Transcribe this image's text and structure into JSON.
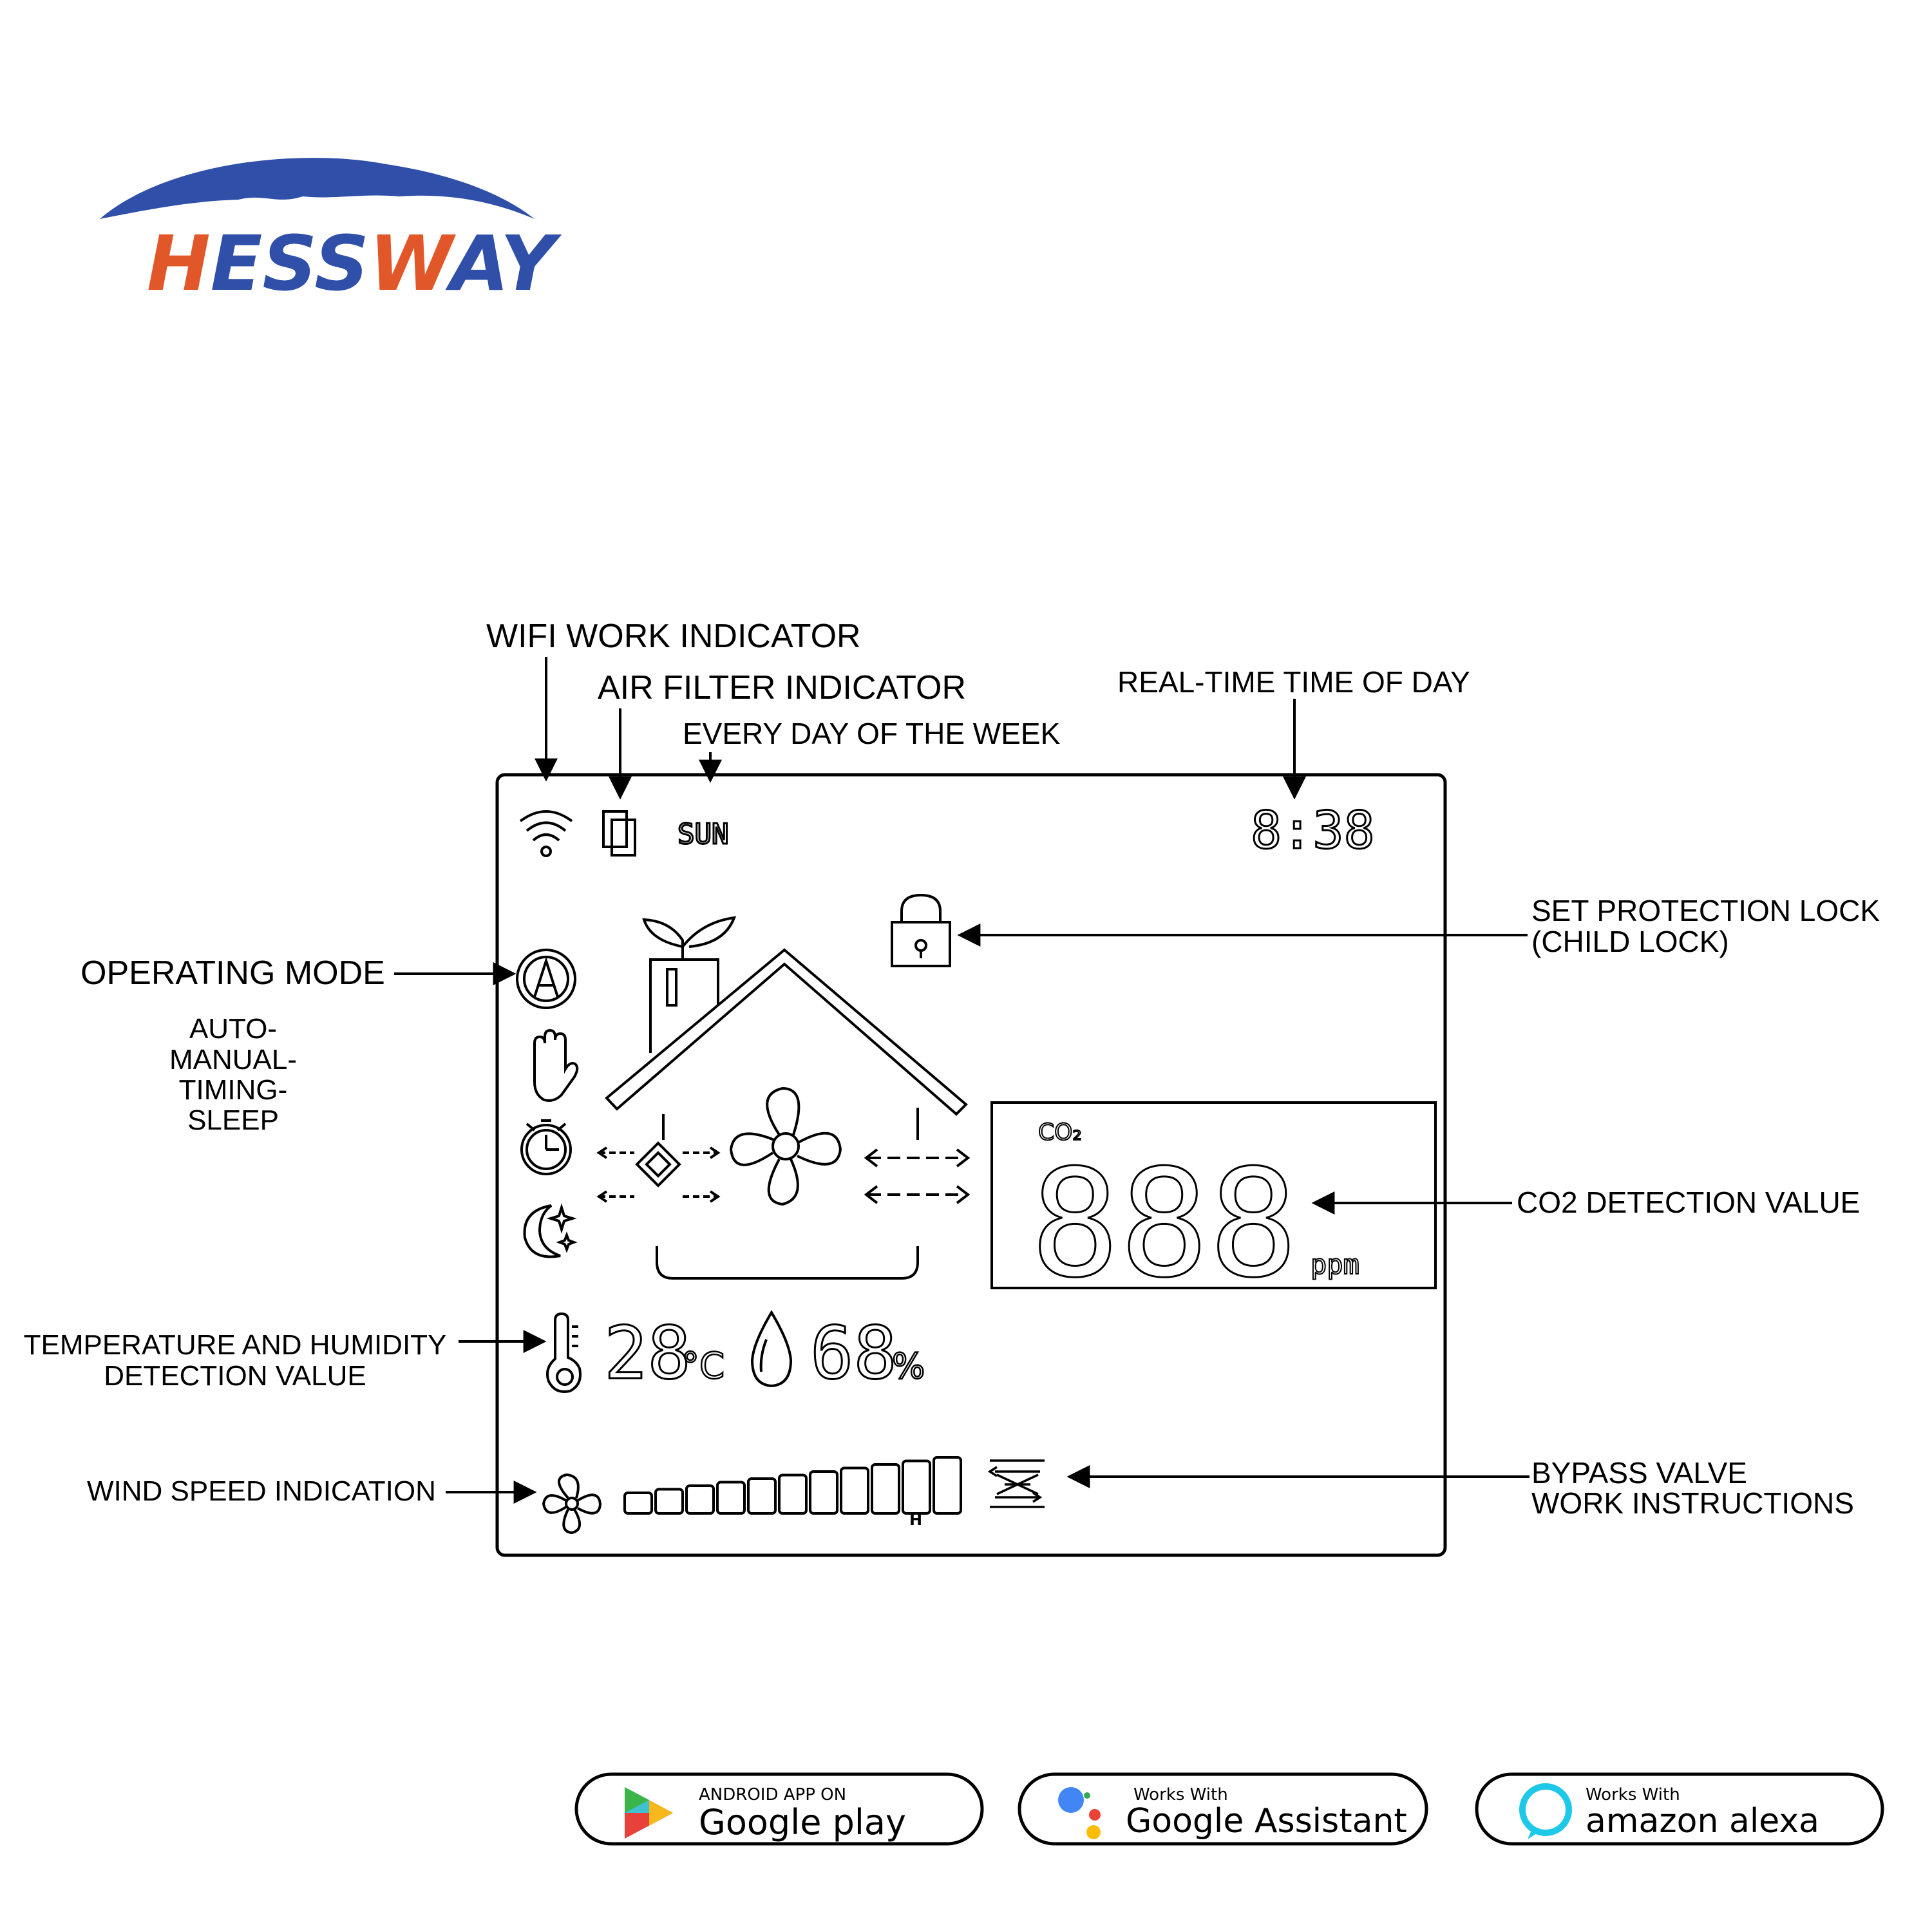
{
  "brand": {
    "name": "HESSWAY",
    "color_blue": "#2f4fa8",
    "color_orange": "#e2572a"
  },
  "callouts": {
    "wifi": "WIFI WORK INDICATOR",
    "air_filter": "AIR FILTER INDICATOR",
    "day_of_week": "EVERY DAY OF THE WEEK",
    "real_time": "REAL-TIME TIME OF DAY",
    "child_lock_line1": "SET PROTECTION LOCK",
    "child_lock_line2": "(CHILD LOCK)",
    "operating_mode": "OPERATING MODE",
    "modes": [
      "AUTO-",
      "MANUAL-",
      "TIMING-",
      "SLEEP"
    ],
    "co2": "CO2 DETECTION VALUE",
    "temp_humidity_line1": "TEMPERATURE AND HUMIDITY",
    "temp_humidity_line2": "DETECTION VALUE",
    "wind_speed": "WIND SPEED INDICATION",
    "bypass_line1": "BYPASS VALVE",
    "bypass_line2": "WORK INSTRUCTIONS"
  },
  "lcd": {
    "day": "SUN",
    "time": "8:38",
    "co2_label": "CO₂",
    "co2_value": "888",
    "co2_unit": "ppm",
    "temperature": "28",
    "temp_unit": "°C",
    "humidity": "68",
    "humidity_unit": "%",
    "speed_high_label": "H"
  },
  "badges": {
    "google_play_small": "ANDROID APP ON",
    "google_play_big": "Google play",
    "assistant_small": "Works With",
    "assistant_big": "Google Assistant",
    "alexa_small": "Works With",
    "alexa_big": "amazon alexa"
  }
}
